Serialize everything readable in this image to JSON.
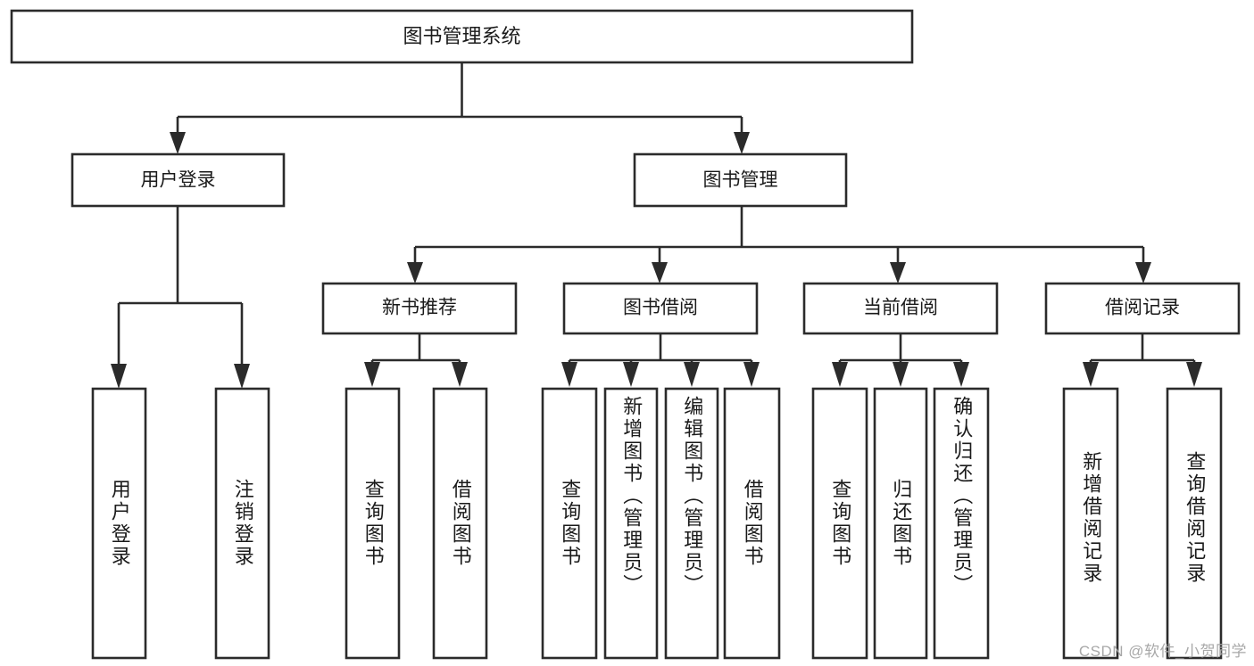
{
  "diagram": {
    "type": "tree-hierarchy-chart",
    "title": "图书管理系统",
    "watermark": "CSDN @软件_小贺同学",
    "colors": {
      "box_fill": "#ffffff",
      "box_stroke": "#2b2b2b",
      "connector": "#2b2b2b",
      "text": "#1a1a1a",
      "watermark": "#a8a8a8",
      "background": "#ffffff"
    },
    "levels": {
      "level0": [
        {
          "id": "root",
          "label": "图书管理系统",
          "orientation": "horizontal"
        }
      ],
      "level1": [
        {
          "id": "user-login",
          "label": "用户登录",
          "orientation": "horizontal",
          "parent": "root"
        },
        {
          "id": "book-manage",
          "label": "图书管理",
          "orientation": "horizontal",
          "parent": "root"
        }
      ],
      "level2": [
        {
          "id": "new-book-recommend",
          "label": "新书推荐",
          "orientation": "horizontal",
          "parent": "book-manage"
        },
        {
          "id": "book-borrow",
          "label": "图书借阅",
          "orientation": "horizontal",
          "parent": "book-manage"
        },
        {
          "id": "current-borrow",
          "label": "当前借阅",
          "orientation": "horizontal",
          "parent": "book-manage"
        },
        {
          "id": "borrow-record",
          "label": "借阅记录",
          "orientation": "horizontal",
          "parent": "book-manage"
        }
      ],
      "level3": [
        {
          "id": "leaf-user-login",
          "label": "用户登录",
          "orientation": "vertical",
          "parent": "user-login"
        },
        {
          "id": "leaf-logout",
          "label": "注销登录",
          "orientation": "vertical",
          "parent": "user-login"
        },
        {
          "id": "leaf-query-book-1",
          "label": "查询图书",
          "orientation": "vertical",
          "parent": "new-book-recommend"
        },
        {
          "id": "leaf-borrow-book-1",
          "label": "借阅图书",
          "orientation": "vertical",
          "parent": "new-book-recommend"
        },
        {
          "id": "leaf-query-book-2",
          "label": "查询图书",
          "orientation": "vertical",
          "parent": "book-borrow"
        },
        {
          "id": "leaf-add-book",
          "label": "新增图书（管理员）",
          "orientation": "vertical",
          "parent": "book-borrow"
        },
        {
          "id": "leaf-edit-book",
          "label": "编辑图书（管理员）",
          "orientation": "vertical",
          "parent": "book-borrow"
        },
        {
          "id": "leaf-borrow-book-2",
          "label": "借阅图书",
          "orientation": "vertical",
          "parent": "book-borrow"
        },
        {
          "id": "leaf-query-book-3",
          "label": "查询图书",
          "orientation": "vertical",
          "parent": "current-borrow"
        },
        {
          "id": "leaf-return-book",
          "label": "归还图书",
          "orientation": "vertical",
          "parent": "current-borrow"
        },
        {
          "id": "leaf-confirm-return",
          "label": "确认归还（管理员）",
          "orientation": "vertical",
          "parent": "current-borrow"
        },
        {
          "id": "leaf-add-record",
          "label": "新增借阅记录",
          "orientation": "vertical",
          "parent": "borrow-record"
        },
        {
          "id": "leaf-query-record",
          "label": "查询借阅记录",
          "orientation": "vertical",
          "parent": "borrow-record"
        }
      ]
    }
  }
}
